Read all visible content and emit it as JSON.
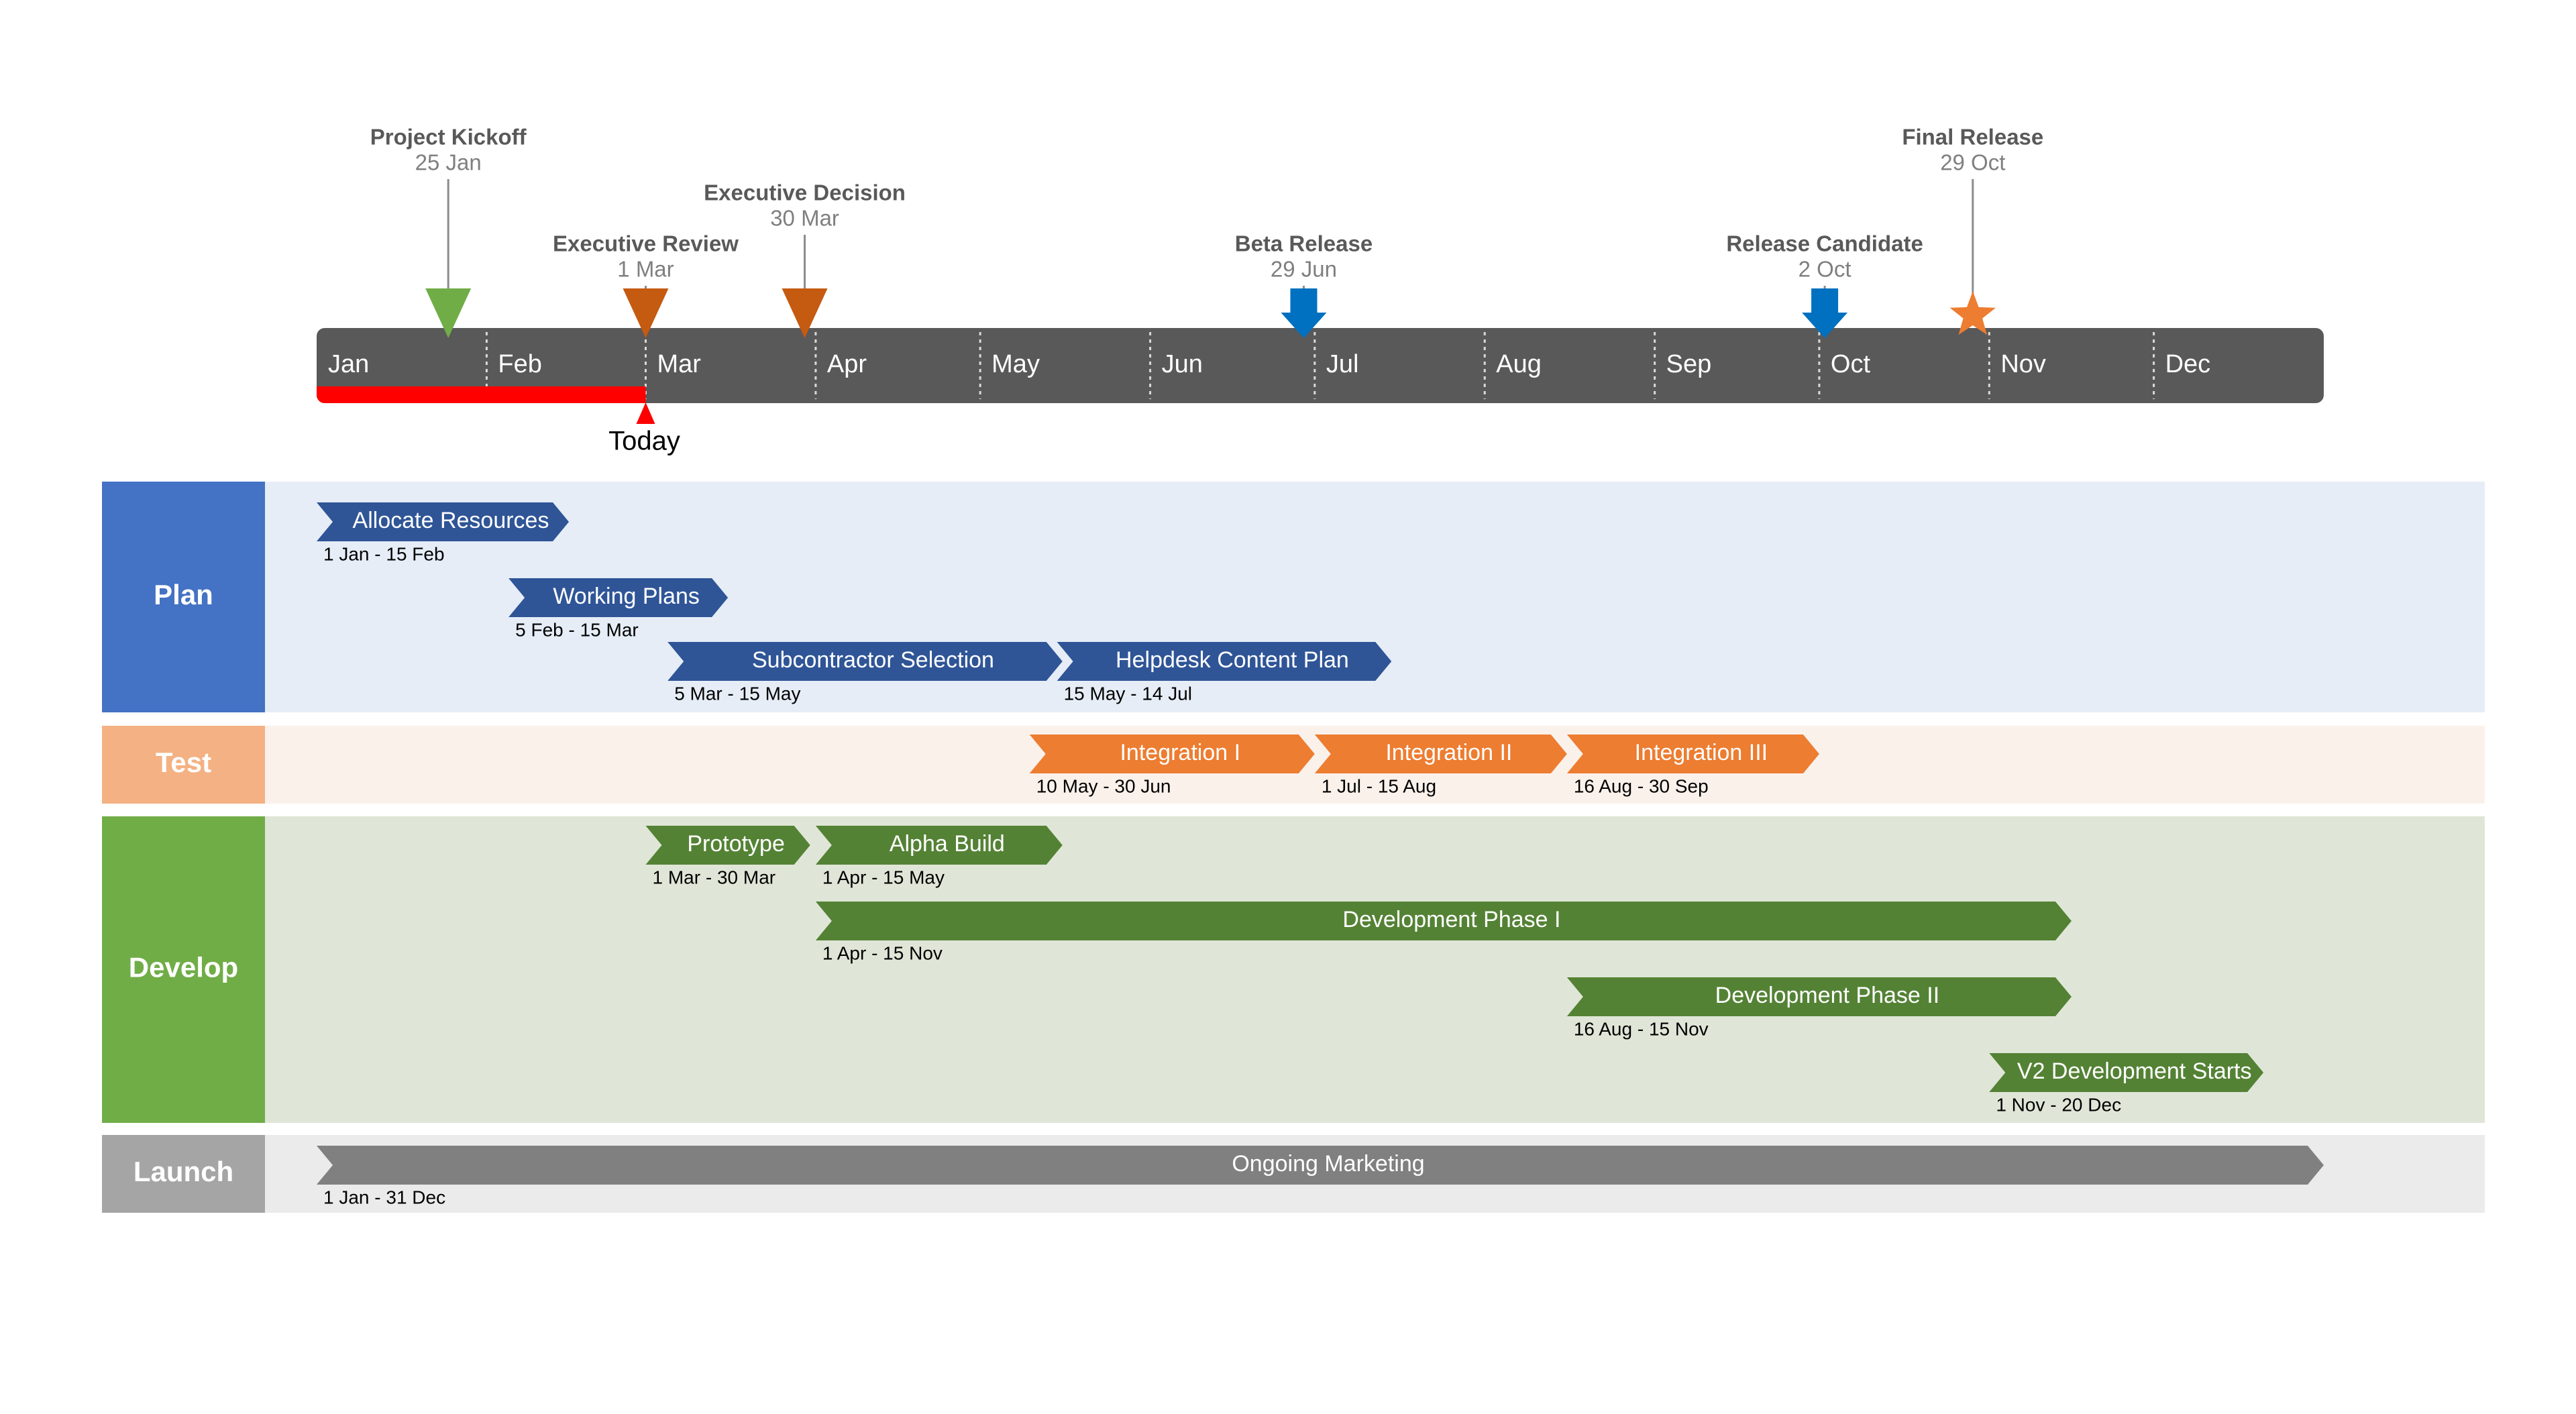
{
  "months": [
    "Jan",
    "Feb",
    "Mar",
    "Apr",
    "May",
    "Jun",
    "Jul",
    "Aug",
    "Sep",
    "Oct",
    "Nov",
    "Dec"
  ],
  "today": {
    "label": "Today",
    "date": "2024-03-01",
    "color": "#FF0000"
  },
  "milestones": [
    {
      "title": "Project Kickoff",
      "date_label": "25 Jan",
      "date": "2024-01-25",
      "shape": "triangle",
      "color": "#70AD47",
      "level": 1
    },
    {
      "title": "Executive Review",
      "date_label": "1 Mar",
      "date": "2024-03-01",
      "shape": "triangle",
      "color": "#C55A11",
      "level": 3
    },
    {
      "title": "Executive Decision",
      "date_label": "30 Mar",
      "date": "2024-03-30",
      "shape": "triangle",
      "color": "#C55A11",
      "level": 2
    },
    {
      "title": "Beta Release",
      "date_label": "29 Jun",
      "date": "2024-06-29",
      "shape": "arrow",
      "color": "#0070C0",
      "level": 3
    },
    {
      "title": "Release Candidate",
      "date_label": "2 Oct",
      "date": "2024-10-02",
      "shape": "arrow",
      "color": "#0070C0",
      "level": 3
    },
    {
      "title": "Final Release",
      "date_label": "29 Oct",
      "date": "2024-10-29",
      "shape": "star",
      "color": "#ED7D31",
      "level": 1
    }
  ],
  "swimlanes": [
    {
      "name": "Plan",
      "header_color": "#4472C4",
      "bg_color": "#E6EDF7",
      "task_color": "#2F5597",
      "tasks": [
        {
          "name": "Allocate Resources",
          "dates": "1 Jan - 15 Feb",
          "start": "2024-01-01",
          "end": "2024-02-15",
          "row": 0
        },
        {
          "name": "Working Plans",
          "dates": "5 Feb - 15 Mar",
          "start": "2024-02-05",
          "end": "2024-03-15",
          "row": 1
        },
        {
          "name": "Subcontractor Selection",
          "dates": "5 Mar - 15 May",
          "start": "2024-03-05",
          "end": "2024-05-15",
          "row": 2
        },
        {
          "name": "Helpdesk Content Plan",
          "dates": "15 May - 14 Jul",
          "start": "2024-05-15",
          "end": "2024-07-14",
          "row": 2
        }
      ]
    },
    {
      "name": "Test",
      "header_color": "#F4B183",
      "bg_color": "#FBF1EB",
      "task_color": "#ED7D31",
      "tasks": [
        {
          "name": "Integration I",
          "dates": "10 May - 30 Jun",
          "start": "2024-05-10",
          "end": "2024-06-30",
          "row": 0
        },
        {
          "name": "Integration II",
          "dates": "1 Jul - 15 Aug",
          "start": "2024-07-01",
          "end": "2024-08-15",
          "row": 0
        },
        {
          "name": "Integration III",
          "dates": "16 Aug - 30 Sep",
          "start": "2024-08-16",
          "end": "2024-09-30",
          "row": 0
        }
      ]
    },
    {
      "name": "Develop",
      "header_color": "#70AD47",
      "bg_color": "#DFE6D7",
      "task_color": "#548235",
      "tasks": [
        {
          "name": "Prototype",
          "dates": "1 Mar - 30 Mar",
          "start": "2024-03-01",
          "end": "2024-03-30",
          "row": 0
        },
        {
          "name": "Alpha Build",
          "dates": "1 Apr - 15 May",
          "start": "2024-04-01",
          "end": "2024-05-15",
          "row": 0
        },
        {
          "name": "Development Phase I",
          "dates": "1 Apr - 15 Nov",
          "start": "2024-04-01",
          "end": "2024-11-15",
          "row": 1
        },
        {
          "name": "Development Phase II",
          "dates": "16 Aug - 15 Nov",
          "start": "2024-08-16",
          "end": "2024-11-15",
          "row": 2
        },
        {
          "name": "V2 Development Starts",
          "dates": "1 Nov - 20 Dec",
          "start": "2024-11-01",
          "end": "2024-12-20",
          "row": 3
        }
      ]
    },
    {
      "name": "Launch",
      "header_color": "#A5A5A5",
      "bg_color": "#EBEBEB",
      "task_color": "#808080",
      "tasks": [
        {
          "name": "Ongoing Marketing",
          "dates": "1 Jan - 31 Dec",
          "start": "2024-01-01",
          "end": "2024-12-31",
          "row": 0
        }
      ]
    }
  ]
}
